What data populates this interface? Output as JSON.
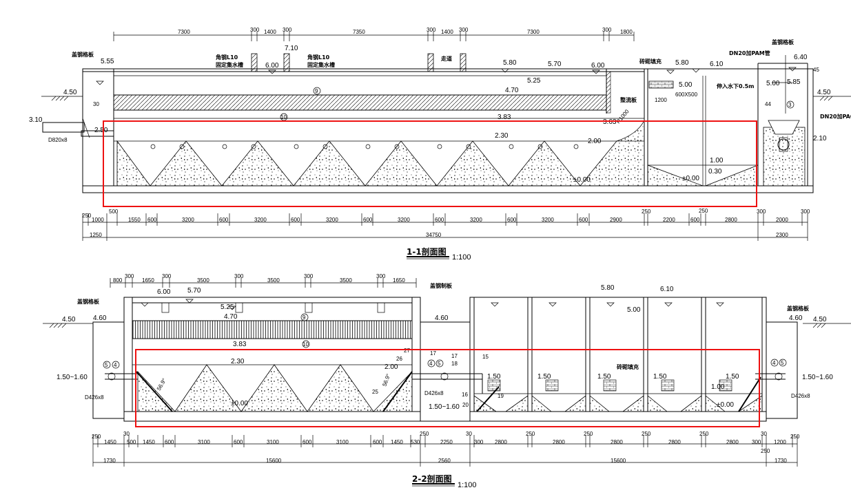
{
  "s1": {
    "title": "1-1剖面图",
    "scale": "1:100",
    "dims_top": [
      "7300",
      "300",
      "1400",
      "300",
      "7350",
      "300",
      "1400",
      "300",
      "7300",
      "300",
      "1800"
    ],
    "dims_bottom": [
      "250",
      "1000",
      "500",
      "1550",
      "600",
      "3200",
      "600",
      "3200",
      "600",
      "3200",
      "600",
      "3200",
      "600",
      "3200",
      "600",
      "3200",
      "600",
      "2900",
      "250",
      "2200",
      "600",
      "250",
      "2800",
      "300",
      "2000",
      "300"
    ],
    "totals": [
      "1250",
      "34750",
      "2300"
    ],
    "elev": {
      "e555": "5.55",
      "e450l": "4.50",
      "e310": "3.10",
      "e250": "2.50",
      "e710": "7.10",
      "e600a": "6.00",
      "e580a": "5.80",
      "e570": "5.70",
      "e600b": "6.00",
      "e525": "5.25",
      "e470": "4.70",
      "e383": "3.83",
      "e230": "2.30",
      "e200": "2.00",
      "e000a": "±0.00",
      "e580b": "5.80",
      "e500a": "5.00",
      "e610": "6.10",
      "e640": "6.40",
      "e500b": "5.00",
      "e585": "5.85",
      "e450r": "4.50",
      "e210": "2.10",
      "e100": "1.00",
      "e030": "0.30",
      "e000b": "±0.00",
      "e363": "3.63"
    },
    "labels": {
      "gangban_l": "盖钢格板",
      "gangban_r": "盖钢格板",
      "angle1": "角钢L10",
      "fixed1": "固定集水槽",
      "angle2": "角钢L10",
      "fixed2": "固定集水槽",
      "walkway": "走道",
      "brick": "砖砌填充",
      "pam": "DN20加PAM管",
      "pac": "DN20加PAC",
      "inwater": "伸入水下0.5m",
      "baffle": "整流板",
      "d820": "D820x8",
      "open": "600X500",
      "d1200": "1200",
      "radius": "R1000",
      "n30": "30",
      "n44": "44",
      "n45": "45",
      "c9": "9",
      "c10": "10",
      "c3": "3"
    }
  },
  "s2": {
    "title": "2-2剖面图",
    "scale": "1:100",
    "dims_top": [
      "800",
      "300",
      "1650",
      "300",
      "3500",
      "300",
      "3500",
      "300",
      "3500",
      "300",
      "1650"
    ],
    "dims_bottom": [
      "250",
      "1450",
      "30",
      "500",
      "1450",
      "600",
      "3100",
      "600",
      "3100",
      "600",
      "3100",
      "600",
      "1450",
      "530",
      "250",
      "2250",
      "30",
      "300",
      "2800",
      "250",
      "2800",
      "250",
      "2800",
      "250",
      "2800",
      "250",
      "2800",
      "300",
      "30",
      "250",
      "1200",
      "250"
    ],
    "totals": [
      "1730",
      "15600",
      "2560",
      "15600",
      "1730"
    ],
    "elev": {
      "e450l": "4.50",
      "e460l": "4.60",
      "e600": "6.00",
      "e570": "5.70",
      "e525": "5.25",
      "e470": "4.70",
      "e383": "3.83",
      "e230": "2.30",
      "e200": "2.00",
      "e000a": "±0.00",
      "e460m": "4.60",
      "e580": "5.80",
      "e610": "6.10",
      "e500": "5.00",
      "e460r": "4.60",
      "e450r": "4.50",
      "e150a": "1.50",
      "e150b": "1.50",
      "e150c": "1.50",
      "e150d": "1.50",
      "e150e": "1.50",
      "e100": "1.00",
      "e000b": "±0.00",
      "rng_l": "1.50~1.60",
      "rng_m": "1.50~1.60",
      "rng_r": "1.50~1.60"
    },
    "labels": {
      "gangban_l": "盖钢格板",
      "gangban_m": "盖钢制板",
      "gangban_r": "盖钢格板",
      "brick": "砖砌填充",
      "d426l": "D426x8",
      "d426m": "D426x8",
      "d426r": "D426x8",
      "ang1": "56.9°",
      "ang2": "56.9°",
      "n27": "27",
      "n26": "26",
      "n17a": "17",
      "n17b": "17",
      "n18": "18",
      "n15": "15",
      "n25": "25",
      "n16": "16",
      "n20": "20",
      "n19": "19",
      "c9": "9",
      "c10": "10",
      "c4": "4",
      "c5": "5"
    }
  }
}
